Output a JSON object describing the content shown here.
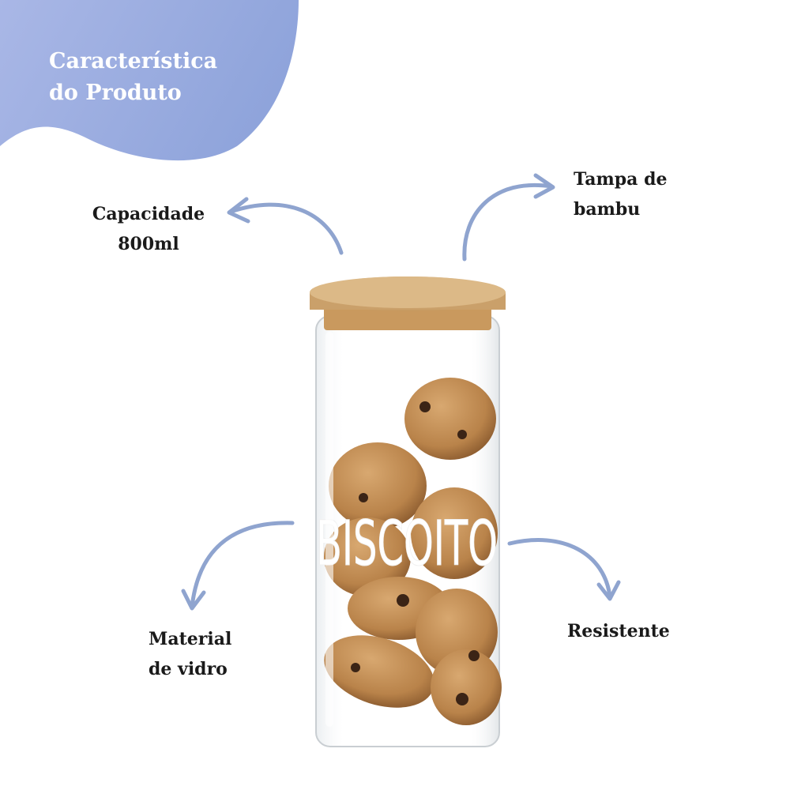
{
  "header": {
    "title_line1": "Característica",
    "title_line2": "do Produto"
  },
  "features": {
    "capacity": {
      "line1": "Capacidade",
      "line2": "800ml"
    },
    "lid": {
      "line1": "Tampa de",
      "line2": "bambu"
    },
    "material": {
      "line1": "Material",
      "line2": "de vidro"
    },
    "resistant": {
      "line1": "Resistente"
    }
  },
  "product": {
    "jar_label": "BISCOITO"
  },
  "colors": {
    "accent": "#9aaee0",
    "arrow": "#8fa4cf",
    "bamboo": "#d7b07a",
    "text": "#1a1a1a"
  }
}
